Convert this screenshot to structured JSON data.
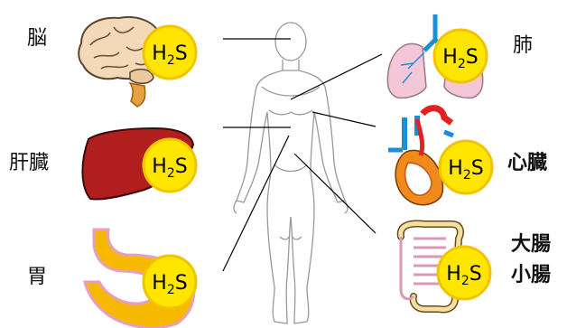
{
  "badge": {
    "main": "H",
    "sub": "2",
    "tail": "S",
    "colors": {
      "fill": "#ffe600",
      "ring": "#f2c400",
      "text": "#000000"
    }
  },
  "organs": {
    "brain": {
      "label": "脳"
    },
    "liver": {
      "label": "肝臓"
    },
    "stomach": {
      "label": "胃"
    },
    "lung": {
      "label": "肺"
    },
    "heart": {
      "label": "心臓"
    },
    "intestine": {
      "label_line1": "大腸",
      "label_line2": "小腸"
    }
  },
  "colors": {
    "liver": "#b01e1e",
    "stomach": "#f7b900",
    "lung": "#f3c6d8",
    "heart_red": "#e02222",
    "heart_orange": "#f08a1c",
    "vessel_blue": "#1a8fd6",
    "intestine": "#f5e0a0"
  }
}
